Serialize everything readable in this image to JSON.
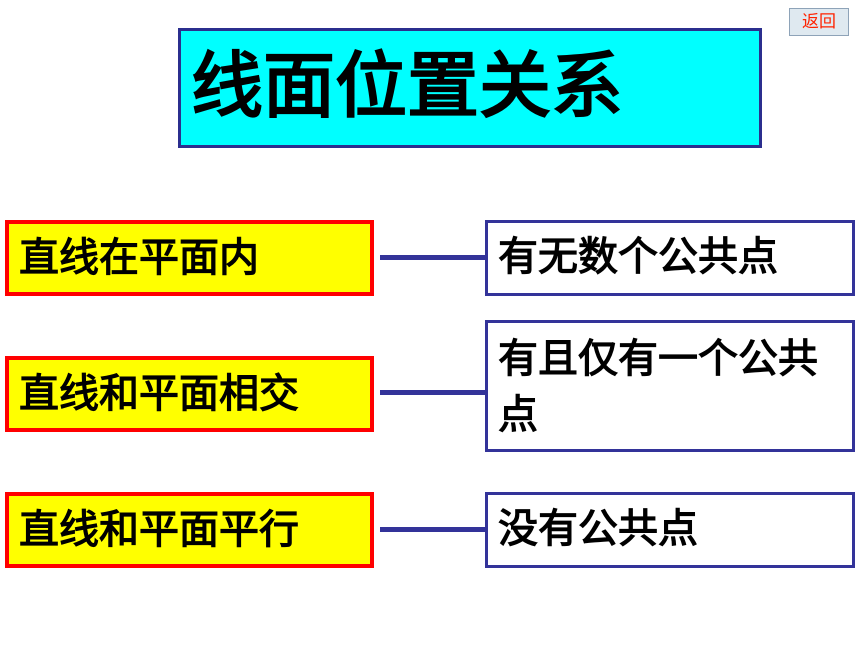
{
  "back_label": "返回",
  "title": "线面位置关系",
  "rows": [
    {
      "relation": "直线在平面内",
      "result": "有无数个公共点"
    },
    {
      "relation": "直线和平面相交",
      "result": "有且仅有一个公共点"
    },
    {
      "relation": "直线和平面平行",
      "result": "没有公共点"
    }
  ],
  "colors": {
    "title_background": "#00ffff",
    "relation_background": "#ffff00",
    "relation_border": "#ff0000",
    "connector_and_result_border": "#333399",
    "back_text": "#ff2200"
  }
}
